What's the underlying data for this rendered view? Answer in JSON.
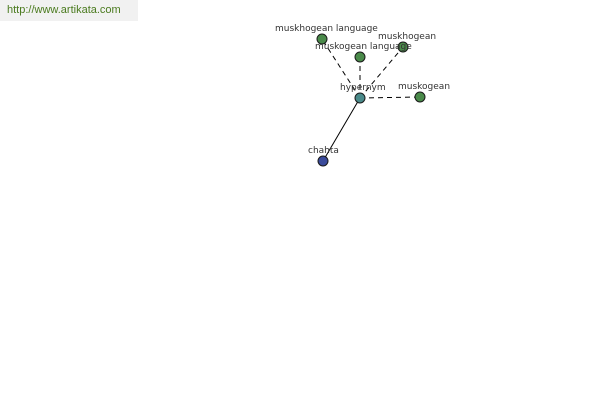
{
  "site": {
    "url": "http://www.artikata.com"
  },
  "graph": {
    "center": {
      "id": "hypernym",
      "label": "hypernym",
      "color": "#4a8a8a"
    },
    "nodes": [
      {
        "id": "muskhogean-language",
        "label": "muskhogean language",
        "color": "#4a8a4a",
        "edge": "dashed"
      },
      {
        "id": "muskogean-language",
        "label": "muskogean language",
        "color": "#4a8a4a",
        "edge": "dashed"
      },
      {
        "id": "muskhogean",
        "label": "muskhogean",
        "color": "#4a8a4a",
        "edge": "dashed"
      },
      {
        "id": "muskogean",
        "label": "muskogean",
        "color": "#4a8a4a",
        "edge": "dashed"
      },
      {
        "id": "chahta",
        "label": "chahta",
        "color": "#3a4a9a",
        "edge": "solid"
      }
    ]
  }
}
